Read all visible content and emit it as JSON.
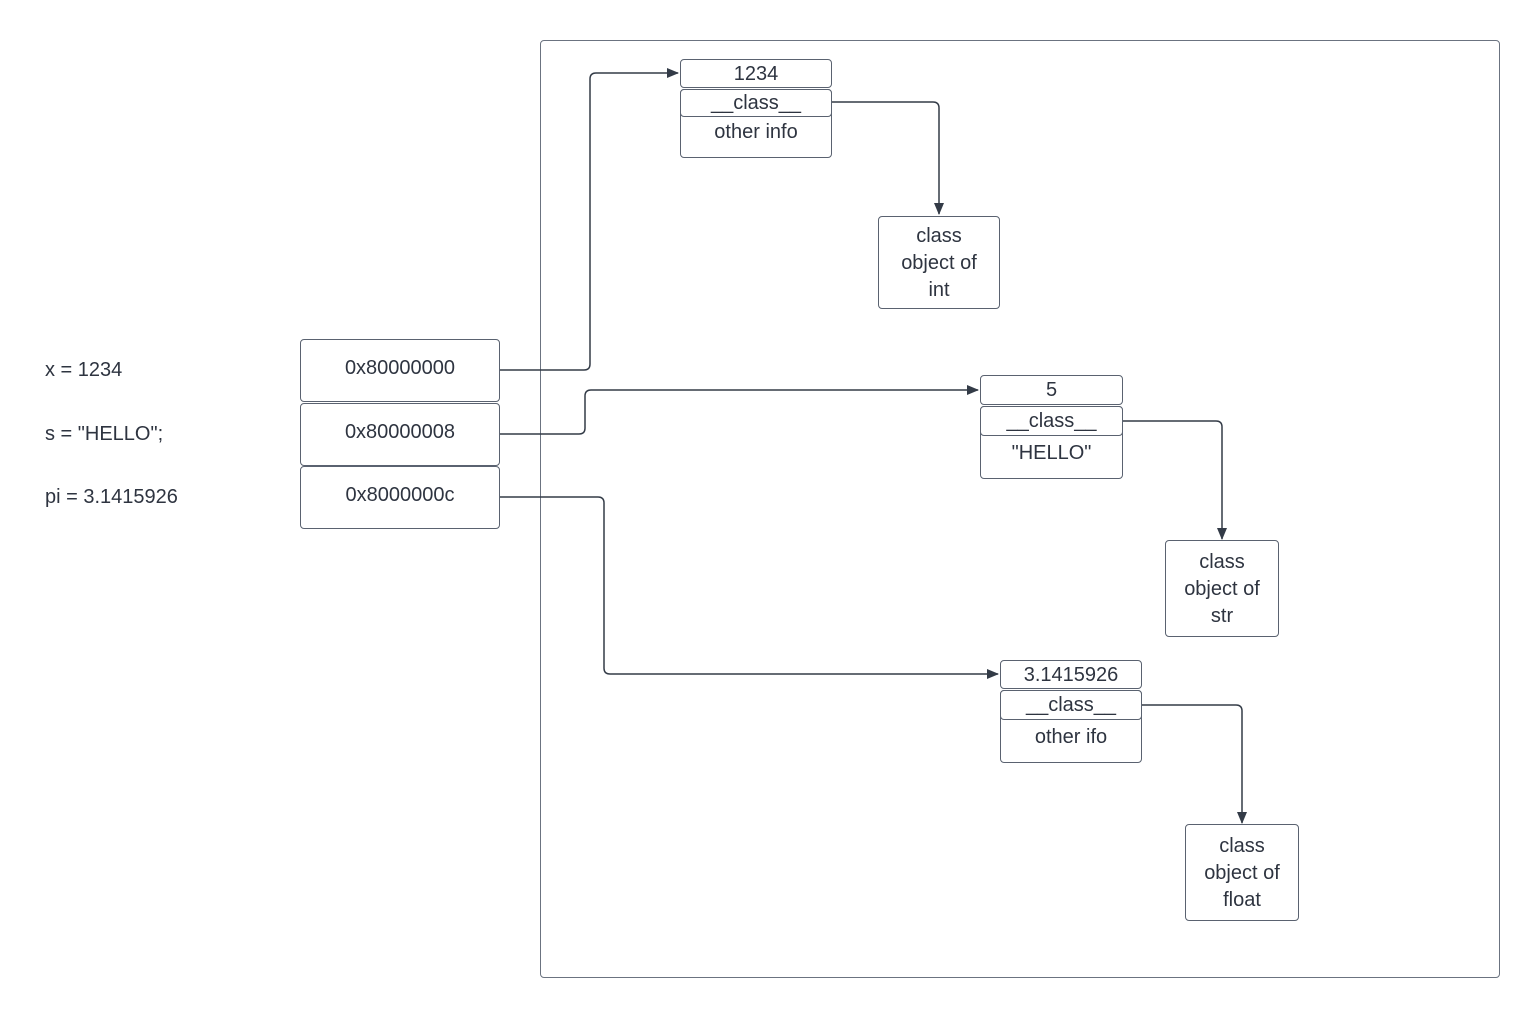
{
  "variables": [
    {
      "text": "x = 1234"
    },
    {
      "text": "s = \"HELLO\";"
    },
    {
      "text": "pi = 3.1415926"
    }
  ],
  "pointers": [
    "0x80000000",
    "0x80000008",
    "0x8000000c"
  ],
  "objects": [
    {
      "value": "1234",
      "class_field": "__class__",
      "info": "other info"
    },
    {
      "value": "5",
      "class_field": "__class__",
      "info": "\"HELLO\""
    },
    {
      "value": "3.1415926",
      "class_field": "__class__",
      "info": "other ifo"
    }
  ],
  "class_objects": [
    {
      "l1": "class",
      "l2": "object of",
      "l3": "int"
    },
    {
      "l1": "class",
      "l2": "object of",
      "l3": "str"
    },
    {
      "l1": "class",
      "l2": "object of",
      "l3": "float"
    }
  ]
}
